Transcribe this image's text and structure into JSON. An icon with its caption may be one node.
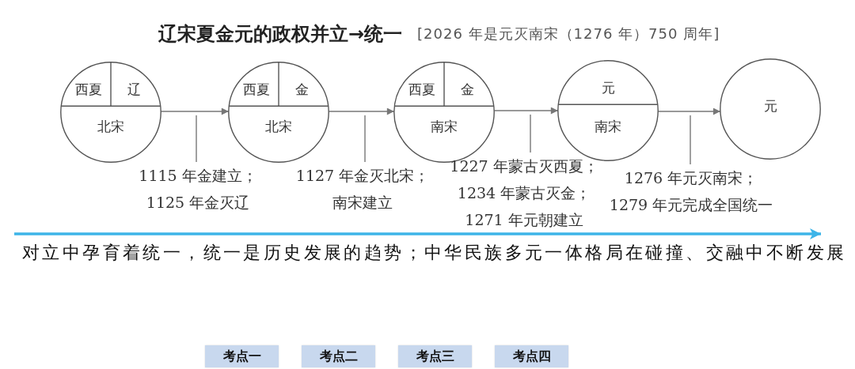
{
  "diagram": {
    "title": "辽宋夏金元的政权并立→统一",
    "nodes": [
      {
        "text": [
          "西夏",
          "辽",
          "北宋"
        ]
      },
      {
        "text": [
          "西夏",
          "金",
          "北宋"
        ]
      },
      {
        "text": [
          "西夏",
          "金",
          "南宋"
        ]
      },
      {
        "text": [
          "元",
          "南宋"
        ]
      },
      {
        "text": [
          "元"
        ]
      },
      {
        "text": [
          "1115 年金建立；",
          "1125 年金灭辽"
        ]
      },
      {
        "text": [
          "1127 年金灭北宋；",
          "南宋建立"
        ]
      },
      {
        "text": [
          "1227 年蒙古灭西夏；",
          "1234 年蒙古灭金；",
          "1271 年元朝建立"
        ]
      },
      {
        "text": [
          "1276 年元灭南宋；",
          "1279 年元完成全国统一"
        ]
      },
      {
        "text": [
          "考点一"
        ]
      },
      {
        "text": [
          "考点二"
        ]
      },
      {
        "text": [
          "考点三"
        ]
      },
      {
        "text": [
          "考点四"
        ]
      }
    ],
    "edges": [
      {
        "from": 0,
        "to": 1,
        "arrow": "to"
      },
      {
        "from": 5,
        "to": null,
        "arrow": "none"
      },
      {
        "from": 1,
        "to": 2,
        "arrow": "to"
      },
      {
        "from": 6,
        "to": null,
        "arrow": "none"
      },
      {
        "from": 2,
        "to": 3,
        "arrow": "to"
      },
      {
        "from": 7,
        "to": null,
        "arrow": "none"
      },
      {
        "from": 3,
        "to": 4,
        "arrow": "to"
      },
      {
        "from": 8,
        "to": null,
        "arrow": "none"
      }
    ],
    "labels": [
      "[2026 年是元灭南宋（1276 年）750 周年]",
      "对立中孕育着统一，统一是历史发展的趋势；中华民族多元一体格局在碰撞、交融中不断发展"
    ]
  }
}
